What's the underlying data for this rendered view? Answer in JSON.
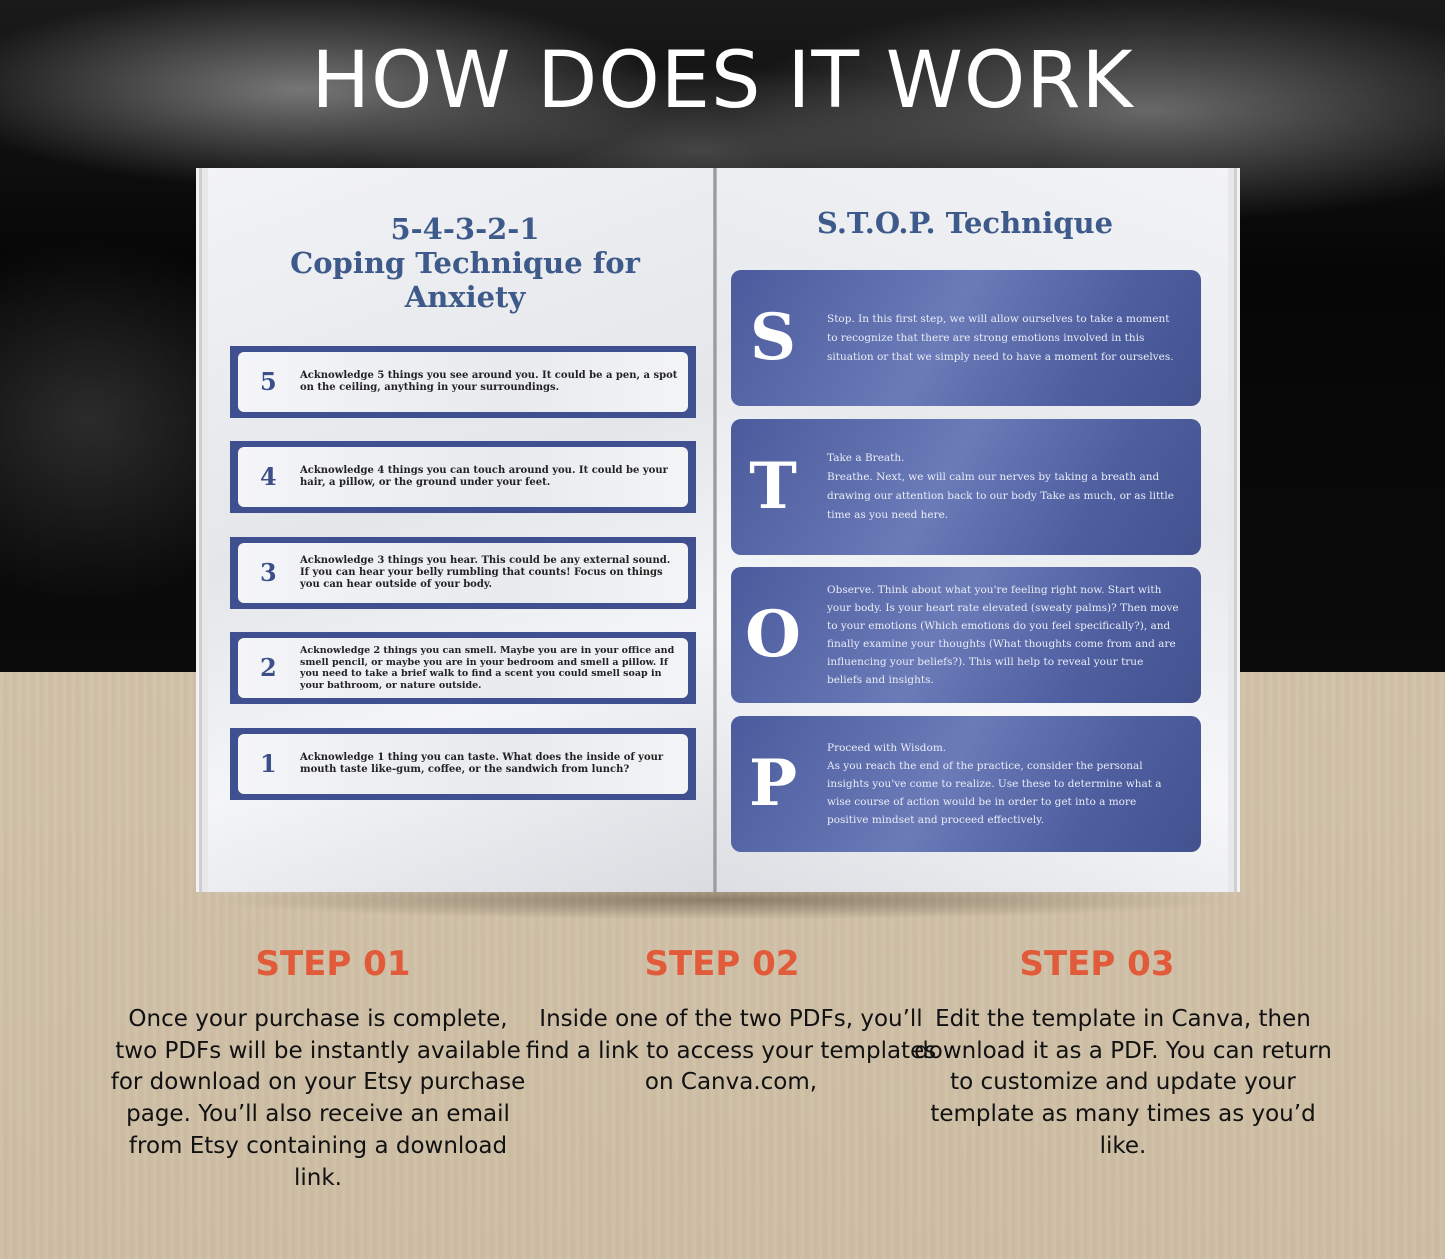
{
  "header": {
    "title": "HOW DOES IT WORK"
  },
  "left_page": {
    "title_line1": "5-4-3-2-1",
    "title_line2": "Coping Technique for",
    "title_line3": "Anxiety",
    "steps": [
      {
        "num": "5",
        "text": "Acknowledge 5 things you see around you. It could be a pen, a spot on the ceiling, anything in your surroundings."
      },
      {
        "num": "4",
        "text": "Acknowledge 4 things you can touch around you. It could be your hair, a pillow, or the ground under your feet."
      },
      {
        "num": "3",
        "text": "Acknowledge 3 things you hear. This could be any external sound. If you can hear your belly rumbling that counts! Focus on things you can hear outside of your body."
      },
      {
        "num": "2",
        "text": "Acknowledge 2 things you can smell. Maybe you are in your office and smell pencil, or maybe you are in your bedroom and smell a pillow. If you need to take a brief walk to find a scent you could smell soap in your bathroom, or nature outside."
      },
      {
        "num": "1",
        "text": "Acknowledge 1 thing you can taste. What does the inside of your mouth taste like-gum, coffee, or the sandwich from lunch?"
      }
    ]
  },
  "right_page": {
    "title": "S.T.O.P. Technique",
    "cards": [
      {
        "letter": "S",
        "line1": "",
        "text": "Stop. In this first step, we will allow ourselves to take a moment to recognize that there are strong emotions involved in this situation or that we simply need to have a moment for ourselves."
      },
      {
        "letter": "T",
        "line1": "Take a Breath.",
        "text": "Breathe. Next, we will calm our nerves by taking a breath and drawing our attention back to our body Take as much, or as little time as you need here."
      },
      {
        "letter": "O",
        "line1": "",
        "text": "Observe. Think about what you're feeling right now. Start with your body. Is your heart rate elevated (sweaty palms)? Then move to your emotions (Which emotions do you feel specifically?), and finally examine your thoughts (What thoughts come from and are influencing your beliefs?). This will help to reveal your true beliefs and insights."
      },
      {
        "letter": "P",
        "line1": "Proceed with Wisdom.",
        "text": "As you reach the end of the practice, consider the personal insights you've come to realize. Use these to determine what a wise course of action would be in order to get into a more positive mindset and proceed effectively."
      }
    ]
  },
  "steps_section": [
    {
      "heading": "STEP 01",
      "body": "Once your purchase is complete, two PDFs will be instantly available for download on your Etsy purchase page. You’ll also receive an email from Etsy containing a download link."
    },
    {
      "heading": "STEP 02",
      "body": "Inside one of the two PDFs, you’ll find a link to access your templates on Canva.com,"
    },
    {
      "heading": "STEP 03",
      "body": "Edit the template in Canva, then download it as a PDF. You can return to customize and update your template as many times as you’d like."
    }
  ]
}
